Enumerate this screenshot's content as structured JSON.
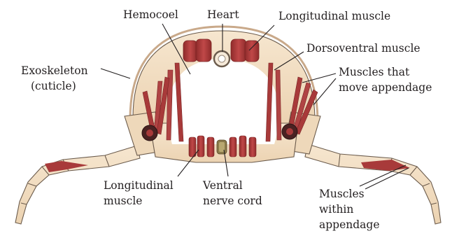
{
  "labels": {
    "hemocoel": "Hemocoel",
    "heart": "Heart",
    "longitudinal_dorsal": "Longitudinal muscle",
    "dorsoventral": "Dorsoventral muscle",
    "exoskeleton_1": "Exoskeleton",
    "exoskeleton_2": "(cuticle)",
    "muscles_move_1": "Muscles that",
    "muscles_move_2": "move appendage",
    "longitudinal_ventral_1": "Longitudinal",
    "longitudinal_ventral_2": "muscle",
    "nerve_1": "Ventral",
    "nerve_2": "nerve cord",
    "within_1": "Muscles",
    "within_2": "within",
    "within_3": "appendage"
  },
  "colors": {
    "cuticle": "#f2dfc4",
    "cuticle_edge": "#c9a98a",
    "muscle": "#a83a3a",
    "muscle_dark": "#7a2424",
    "hemocoel": "#ffffff",
    "nerve": "#8a7a4a",
    "label": "#231f20"
  }
}
